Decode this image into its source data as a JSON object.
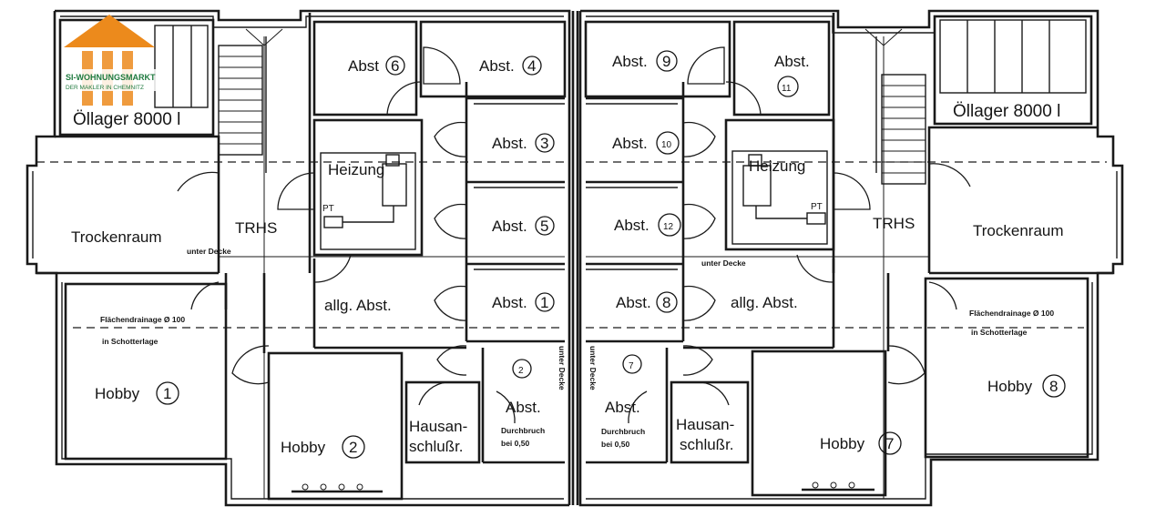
{
  "logo": {
    "name": "SI-WOHNUNGSMARKT",
    "tagline": "DER MAKLER IN CHEMNITZ",
    "colors": {
      "roof": "#ec8a1c",
      "text": "#1f7a3f"
    }
  },
  "rooms_left": {
    "ollager": "Öllager 8000 l",
    "abst6": "Abst",
    "abst6_num": "6",
    "abst4": "Abst.",
    "abst4_num": "4",
    "abst3": "Abst.",
    "abst3_num": "3",
    "abst5": "Abst.",
    "abst5_num": "5",
    "abst1": "Abst.",
    "abst1_num": "1",
    "heizung": "Heizung",
    "pt": "PT",
    "trhs": "TRHS",
    "trockenraum": "Trockenraum",
    "unter_decke": "unter Decke",
    "allg_abst": "allg. Abst.",
    "drainage": "Flächendrainage Ø 100",
    "schotter": "in Schotterlage",
    "hobby1": "Hobby",
    "hobby1_num": "1",
    "hobby2": "Hobby",
    "hobby2_num": "2",
    "hausan": "Hausan-",
    "schluss": "schlußr.",
    "abst2": "Abst.",
    "abst2_num": "2",
    "durchbruch": "Durchbruch",
    "bei": "bei 0,50",
    "unter_decke_v": "unter Decke"
  },
  "rooms_right": {
    "ollager": "Öllager 8000 l",
    "abst9": "Abst.",
    "abst9_num": "9",
    "abst11": "Abst.",
    "abst11_num": "11",
    "abst10": "Abst.",
    "abst10_num": "10",
    "abst12": "Abst.",
    "abst12_num": "12",
    "abst8": "Abst.",
    "abst8_num": "8",
    "heizung": "Heizung",
    "pt": "PT",
    "trhs": "TRHS",
    "trockenraum": "Trockenraum",
    "unter_decke": "unter Decke",
    "allg_abst": "allg. Abst.",
    "drainage": "Flächendrainage Ø 100",
    "schotter": "in Schotterlage",
    "hobby8": "Hobby",
    "hobby8_num": "8",
    "hobby7": "Hobby",
    "hobby7_num": "7",
    "hausan": "Hausan-",
    "schluss": "schlußr.",
    "abst7": "Abst.",
    "abst7_num": "7",
    "durchbruch": "Durchbruch",
    "bei": "bei 0,50",
    "unter_decke_v": "unter Decke"
  }
}
